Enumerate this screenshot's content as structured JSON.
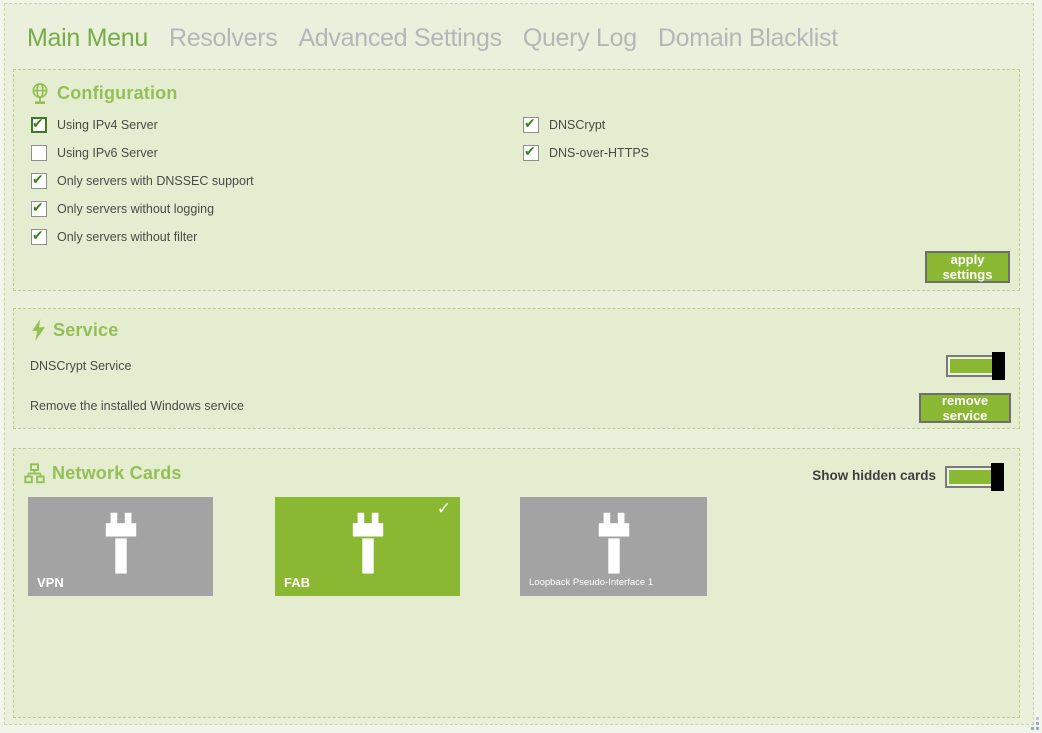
{
  "nav": {
    "tabs": [
      {
        "label": "Main Menu",
        "active": true
      },
      {
        "label": "Resolvers",
        "active": false
      },
      {
        "label": "Advanced Settings",
        "active": false
      },
      {
        "label": "Query Log",
        "active": false
      },
      {
        "label": "Domain Blacklist",
        "active": false
      }
    ]
  },
  "config": {
    "title": "Configuration",
    "checkboxes_left": [
      {
        "label": "Using IPv4 Server",
        "checked": true
      },
      {
        "label": "Using IPv6 Server",
        "checked": false
      },
      {
        "label": "Only servers with DNSSEC support",
        "checked": true
      },
      {
        "label": "Only servers without logging",
        "checked": true
      },
      {
        "label": "Only servers without filter",
        "checked": true
      }
    ],
    "checkboxes_right": [
      {
        "label": "DNSCrypt",
        "checked": true
      },
      {
        "label": "DNS-over-HTTPS",
        "checked": true
      }
    ],
    "apply_button_label": "apply settings"
  },
  "service": {
    "title": "Service",
    "service_label": "DNSCrypt Service",
    "service_toggle_on": true,
    "remove_label": "Remove the installed Windows service",
    "remove_button_label": "remove service"
  },
  "network": {
    "title": "Network Cards",
    "show_hidden_label": "Show hidden cards",
    "show_hidden_toggle_on": true,
    "cards": [
      {
        "name": "VPN",
        "selected": false
      },
      {
        "name": "FAB",
        "selected": true
      },
      {
        "name": "Loopback Pseudo-Interface 1",
        "selected": false
      }
    ]
  },
  "icons": {
    "configuration": "globe-icon",
    "service": "lightning-icon",
    "network": "sitemap-icon",
    "card": "network-adapter-icon",
    "check_glyph": "✔",
    "card_check_glyph": "✓"
  },
  "colors": {
    "accent_green": "#8bb832",
    "heading_green": "#94bf56",
    "nav_active_green": "#76ad48",
    "card_gray": "#a3a3a3",
    "check_green": "#3e8123",
    "section_bg": "#e4edcf",
    "window_bg": "#eaf0db"
  }
}
